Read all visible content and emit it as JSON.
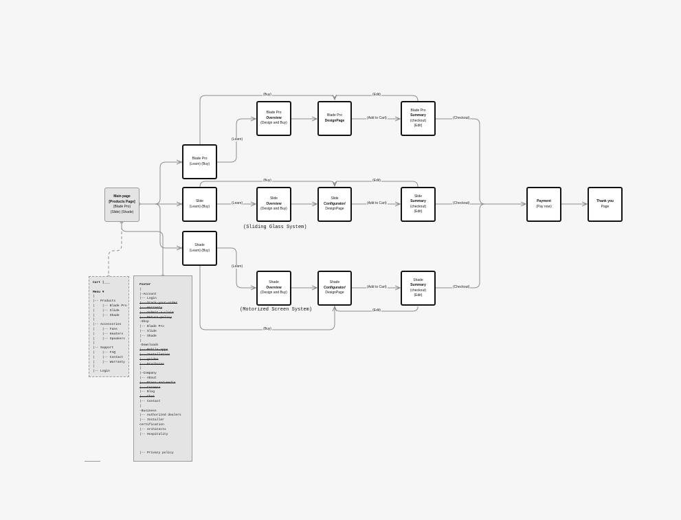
{
  "nodes": {
    "main": [
      "Main page",
      "[Products Page]",
      "(Blade Pro)",
      "(Slide) (Shade)"
    ],
    "blade_pro": [
      "Blade Pro",
      "(Learn) (Buy)"
    ],
    "slide": [
      "Slide",
      "(Learn) (Buy)"
    ],
    "shade": [
      "Shade",
      "(Learn) (Buy)"
    ],
    "blade_pro_overview": [
      "Blade Pro",
      "Overview",
      "(Design and Buy)"
    ],
    "blade_pro_design": [
      "Blade Pro",
      "DesignPage"
    ],
    "blade_pro_summary": [
      "Blade Pro",
      "Summary",
      "(checkout)",
      "(Edit)"
    ],
    "slide_overview": [
      "Slide",
      "Overview",
      "(Design and Buy)"
    ],
    "slide_configurator": [
      "Slide",
      "Configurator/",
      "DesignPage"
    ],
    "slide_summary": [
      "Slide",
      "Summary",
      "(checkout)",
      "(Edit)"
    ],
    "shade_overview": [
      "Shade",
      "Overview",
      "(Design and Buy)"
    ],
    "shade_configurator": [
      "Shade",
      "Configurator/",
      "DesignPage"
    ],
    "shade_summary": [
      "Shade",
      "Summary",
      "(checkout)",
      "(Edit)"
    ],
    "payment": [
      "Payment",
      "(Pay now)"
    ],
    "thank_you": [
      "Thank you",
      "Page"
    ]
  },
  "edge_labels": {
    "buy": "(Buy)",
    "edit": "(Edit)",
    "learn": "(Learn)",
    "add_to_cart": "(Add to Cart)",
    "checkout": "(Checkout)"
  },
  "captions": {
    "sliding": "(Sliding Glass System)",
    "motorized": "(Motorized Screen System)"
  },
  "menu_panel": [
    "Cart |___",
    "",
    "Menu ▼",
    "|",
    "|-- Products",
    "|    |-- Blade Pro",
    "|    |-- Slide",
    "|    |-- Shade",
    "|",
    "|-- Accessories",
    "|    |-- Fans",
    "|    |-- Heaters",
    "|    |-- Speakers",
    "|",
    "|-- Support",
    "|    |-- FAQ",
    "|    |-- Contact",
    "|    |-- Warranty",
    "|",
    "|-- Login"
  ],
  "footer_panel": [
    "Footer",
    "|",
    "|-Account",
    "|-- Login",
    "|---Track-your-order",
    "|---Warranty",
    "|---Submit-a-claim",
    "|---Return-policy",
    "-Shop",
    "|-- Blade Pro",
    "|-- Slide",
    "|-- Shade",
    "|",
    "-Downloads",
    "|---Mobile-apps",
    "|---Installation",
    "|---guides",
    "|---Brochures",
    "|",
    "|-Company",
    "|-- About",
    "|---Press-and-media",
    "|---Careers",
    "|-- Blog",
    "|---Chat",
    "|-- Contact",
    "|",
    "-Business",
    "|-- Authorized dealers",
    "|-- Installer",
    "certification",
    "|-- Architects",
    "|-- Hospitality",
    "",
    "",
    "",
    "|-- Privacy policy"
  ]
}
